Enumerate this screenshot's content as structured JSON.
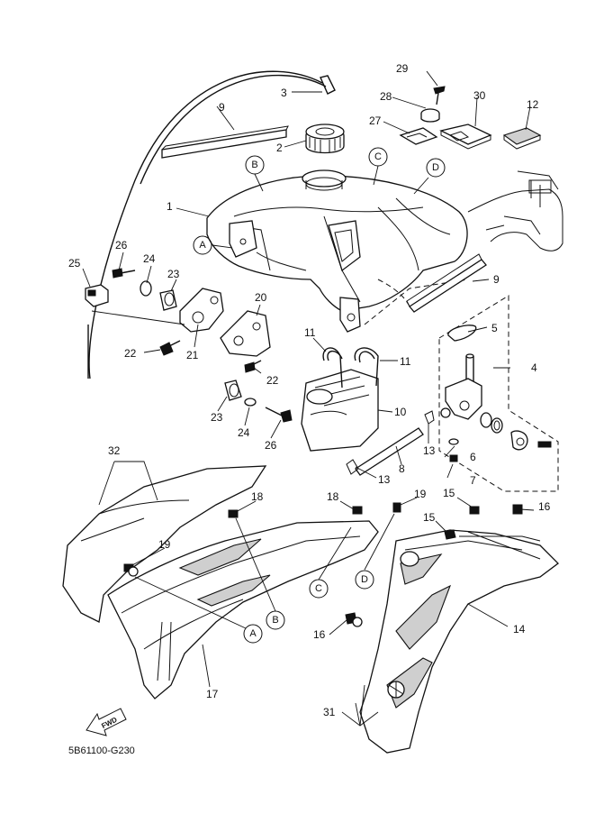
{
  "diagram": {
    "drawing_code": "5B61100-G230",
    "fwd_label": "FWD",
    "part_numbers": [
      "1",
      "2",
      "3",
      "4",
      "5",
      "6",
      "7",
      "8",
      "9",
      "10",
      "11",
      "12",
      "13",
      "14",
      "15",
      "16",
      "17",
      "18",
      "19",
      "20",
      "21",
      "22",
      "23",
      "24",
      "25",
      "26",
      "27",
      "28",
      "29",
      "30",
      "31",
      "32"
    ],
    "reference_letters": [
      "A",
      "B",
      "C",
      "D"
    ],
    "callouts": {
      "c29": "29",
      "c3": "3",
      "c28": "28",
      "c30": "30",
      "c9a": "9",
      "c27": "27",
      "c12": "12",
      "c2": "2",
      "cB1": "B",
      "cC1": "C",
      "cD1": "D",
      "c1": "1",
      "cA1": "A",
      "c26a": "26",
      "c25": "25",
      "c24a": "24",
      "c23a": "23",
      "c9b": "9",
      "c20": "20",
      "c5": "5",
      "c4": "4",
      "c22a": "22",
      "c21": "21",
      "c11a": "11",
      "c11b": "11",
      "c22b": "22",
      "c10": "10",
      "c6": "6",
      "c13a": "13",
      "c7": "7",
      "c23b": "23",
      "c24b": "24",
      "c26b": "26",
      "c8": "8",
      "c13b": "13",
      "c32": "32",
      "c18a": "18",
      "c18b": "18",
      "c19a": "19",
      "c15a": "15",
      "c16a": "16",
      "c15b": "15",
      "c19b": "19",
      "cC2": "C",
      "cD2": "D",
      "cB2": "B",
      "cA2": "A",
      "c14": "14",
      "c16b": "16",
      "c17": "17",
      "c31": "31"
    }
  }
}
